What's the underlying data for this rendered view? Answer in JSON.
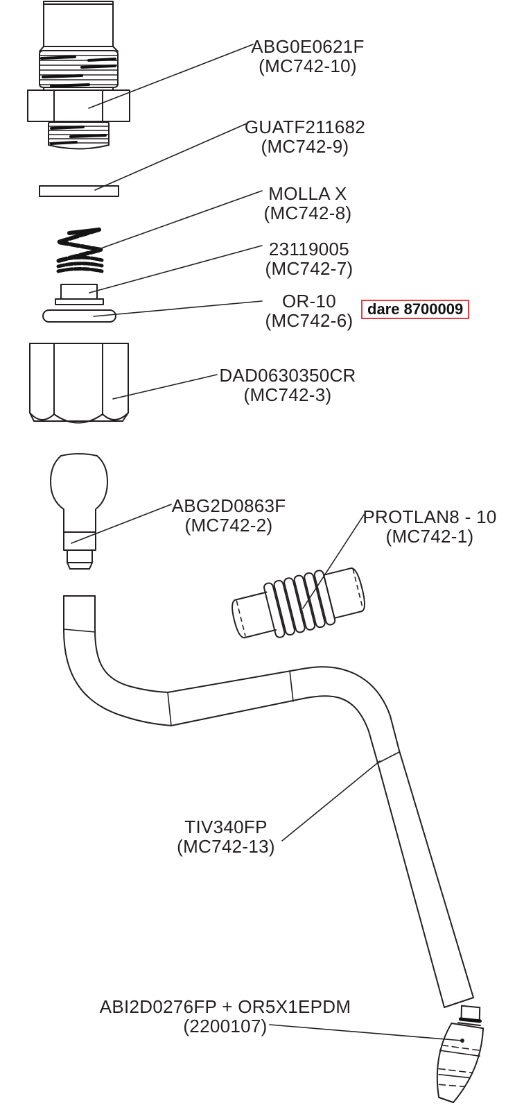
{
  "diagram": {
    "title": "exploded-parts-diagram",
    "colors": {
      "background": "#ffffff",
      "line": "#231f20",
      "highlight": "#e8393f"
    },
    "annotation": {
      "label": "dare 8700009"
    },
    "parts": [
      {
        "code": "ABG0E0621F",
        "ref": "(MC742-10)"
      },
      {
        "code": "GUATF211682",
        "ref": "(MC742-9)"
      },
      {
        "code": "MOLLA X",
        "ref": "(MC742-8)"
      },
      {
        "code": "23119005",
        "ref": "(MC742-7)"
      },
      {
        "code": "OR-10",
        "ref": "(MC742-6)"
      },
      {
        "code": "DAD0630350CR",
        "ref": "(MC742-3)"
      },
      {
        "code": "ABG2D0863F",
        "ref": "(MC742-2)"
      },
      {
        "code": "PROTLAN8 - 10",
        "ref": "(MC742-1)"
      },
      {
        "code": "TIV340FP",
        "ref": "(MC742-13)"
      },
      {
        "code": "ABI2D0276FP + OR5X1EPDM",
        "ref": "(2200107)"
      }
    ]
  }
}
